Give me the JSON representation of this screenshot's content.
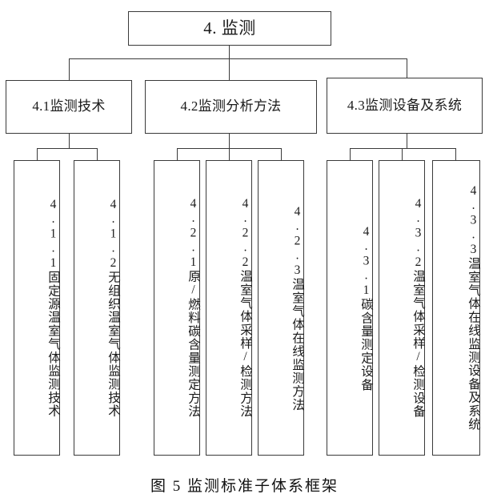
{
  "figure": {
    "caption": "图 5 监测标准子体系框架",
    "root": {
      "label": "4. 监测"
    },
    "branches": [
      {
        "label": "4.1监测技术",
        "children": [
          {
            "label": "4.1.1固定源温室气体监测技术"
          },
          {
            "label": "4.1.2无组织温室气体监测技术"
          }
        ]
      },
      {
        "label": "4.2监测分析方法",
        "children": [
          {
            "label": "4.2.1原/燃料碳含量测定方法"
          },
          {
            "label": "4.2.2温室气体采样/检测方法"
          },
          {
            "label": "4.2.3温室气体在线监测方法"
          }
        ]
      },
      {
        "label": "4.3监测设备及系统",
        "children": [
          {
            "label": "4.3.1碳含量测定设备"
          },
          {
            "label": "4.3.2温室气体采样/检测设备"
          },
          {
            "label": "4.3.3温室气体在线监测设备及系统"
          }
        ]
      }
    ],
    "colors": {
      "line": "#3a3a3a",
      "text": "#1a1a1a",
      "background": "#ffffff"
    }
  }
}
